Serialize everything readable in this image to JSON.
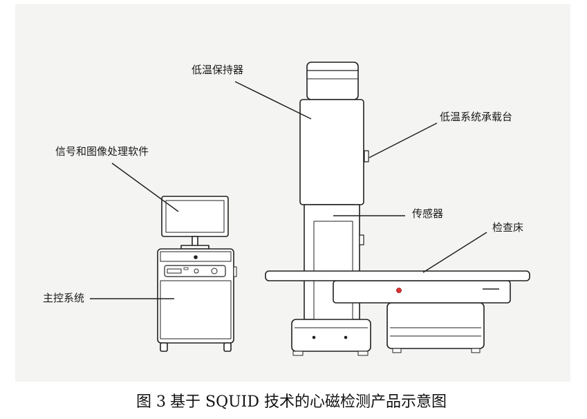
{
  "labels": {
    "cryostat": "低温保持器",
    "cryo_support": "低温系统承载台",
    "software": "信号和图像处理软件",
    "sensor": "传感器",
    "bed": "检查床",
    "main_control": "主控系统"
  },
  "caption": {
    "figure_number": "图 3",
    "text": "基于 SQUID 技术的心磁检测产品示意图"
  },
  "colors": {
    "background": "#f4f4f2",
    "line": "#1f1f1f",
    "indicator": "#e03030"
  }
}
